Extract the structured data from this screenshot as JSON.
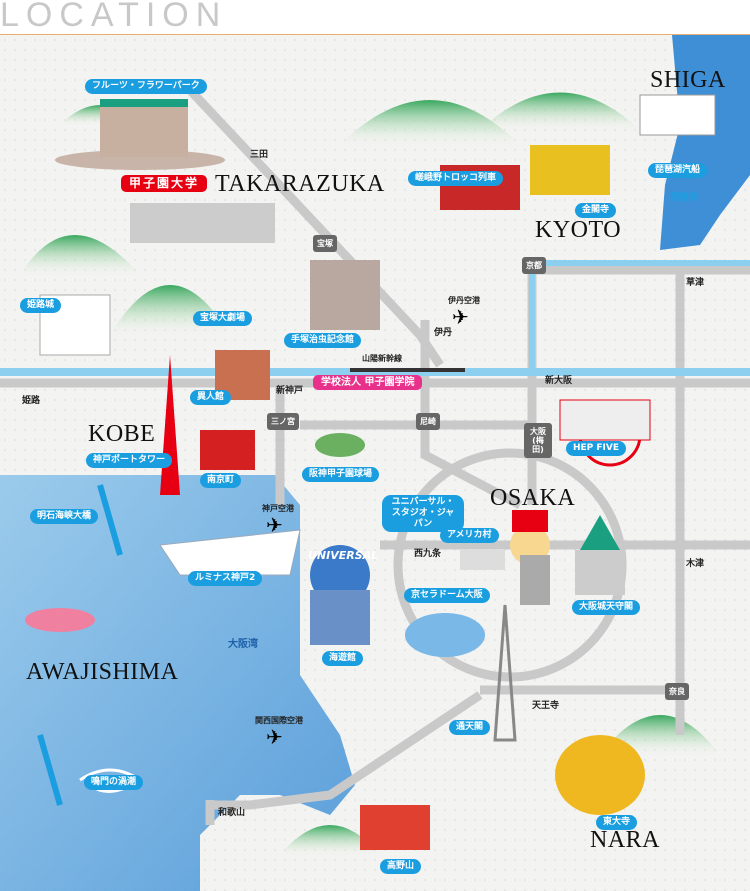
{
  "title": "LOCATION",
  "regions": {
    "shiga": "SHIGA",
    "kyoto": "KYOTO",
    "takarazuka": "TAKARAZUKA",
    "kobe": "KOBE",
    "osaka": "OSAKA",
    "awajishima": "AWAJISHIMA",
    "nara": "NARA"
  },
  "landmarks": {
    "fruit_park": "フルーツ・フラワーパーク",
    "koshien_univ": "甲子園大学",
    "biwako_kisen": "琵琶湖汽船",
    "biwako": "琵琶湖",
    "sagano": "嵯峨野トロッコ列車",
    "kinkakuji": "金閣寺",
    "takarazuka_theater": "宝塚大劇場",
    "tezuka": "手塚治虫記念館",
    "himeji_castle": "姫路城",
    "ijinkan": "異人館",
    "koshien_gakuin": "学校法人 甲子園学院",
    "port_tower": "神戸ポートタワー",
    "nankinmachi": "南京町",
    "hep_five": "HEP FIVE",
    "koshien_stadium": "阪神甲子園球場",
    "usj": "ユニバーサル・スタジオ・ジャパン",
    "america_mura": "アメリカ村",
    "akashi_bridge": "明石海峡大橋",
    "luminous": "ルミナス神戸2",
    "kyocera": "京セラドーム大阪",
    "osaka_castle": "大阪城天守閣",
    "kaiyukan": "海遊館",
    "tsutenkaku": "通天閣",
    "naruto": "鳴門の渦潮",
    "todaiji": "東大寺",
    "koyasan": "高野山",
    "universal_logo": "UNIVERSAL"
  },
  "stations": {
    "sanda": "三田",
    "takarazuka": "宝塚",
    "kyoto": "京都",
    "kusatsu": "草津",
    "itami": "伊丹",
    "shin_osaka": "新大阪",
    "himeji": "姫路",
    "shin_kobe": "新神戸",
    "sannomiya": "三ノ宮",
    "amagasaki": "尼崎",
    "umeda": "大阪(梅田)",
    "nishikujo": "西九条",
    "kizu": "木津",
    "tennoji": "天王寺",
    "nara": "奈良",
    "wakayama": "和歌山"
  },
  "airports": {
    "itami": "伊丹空港",
    "kobe": "神戸空港",
    "kansai": "関西国際空港"
  },
  "lines": {
    "sanyo_shinkansen": "山陽新幹線"
  },
  "sea": {
    "osaka_bay": "大阪湾"
  },
  "colors": {
    "sea": "#5aa8e0",
    "road": "#c9c9c9",
    "jr": "#8ccfef",
    "pill": "#1a9ee0"
  }
}
